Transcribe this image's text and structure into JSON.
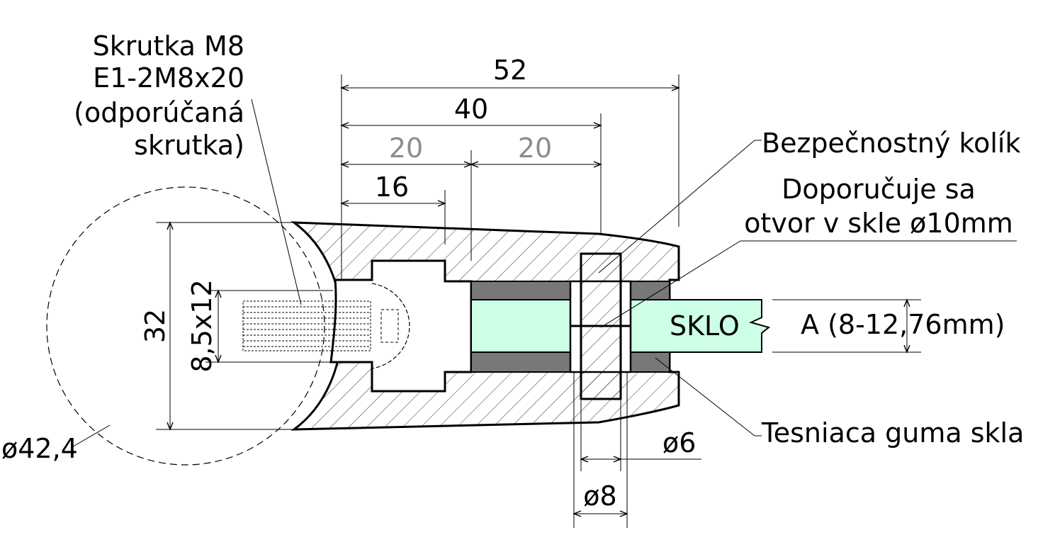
{
  "labels": {
    "screw_line1": "Skrutka M8",
    "screw_line2": "E1-2M8x20",
    "screw_line3": "(odporúčaná",
    "screw_line4": "skrutka)",
    "pin": "Bezpečnostný kolík",
    "hole_line1": "Doporučuje sa",
    "hole_line2": "otvor v skle ø10mm",
    "glass": "SKLO",
    "glass_thickness": "A (8-12,76mm)",
    "gasket": "Tesniaca guma skla"
  },
  "dimensions": {
    "d52": "52",
    "d40": "40",
    "d20a": "20",
    "d20b": "20",
    "d16": "16",
    "d32": "32",
    "slot": "8,5x12",
    "tube_diameter": "ø42,4",
    "pin_d6": "ø6",
    "pin_d8": "ø8"
  },
  "colors": {
    "glass": "#ccffe6",
    "gasket": "#787878",
    "hatch": "#000000",
    "gray_dimension": "#8c8c8c"
  }
}
